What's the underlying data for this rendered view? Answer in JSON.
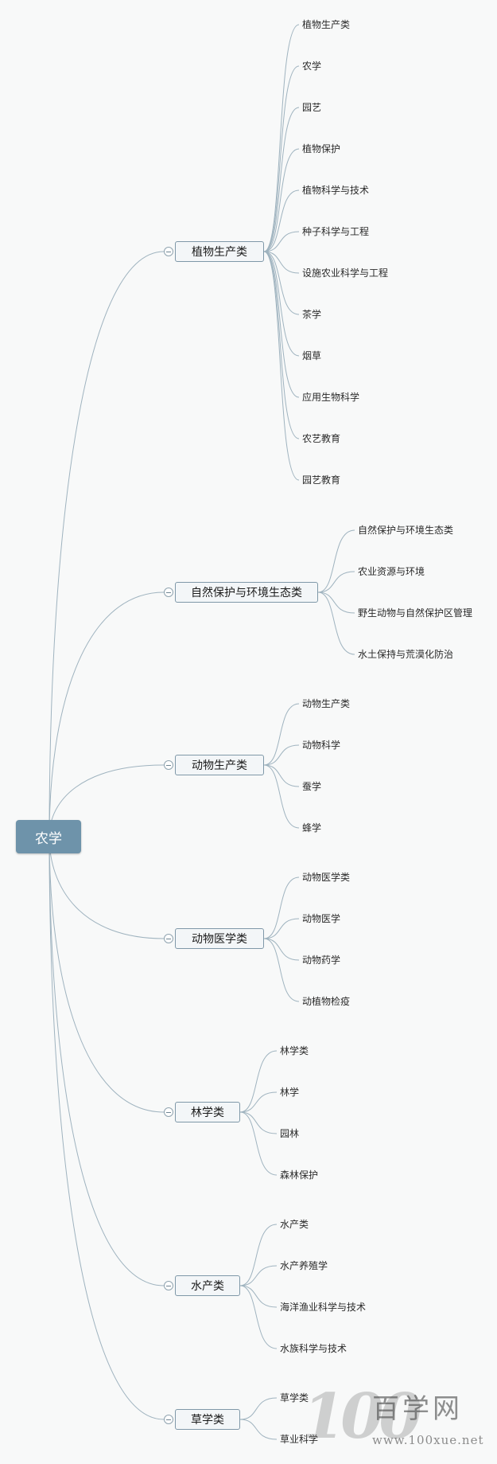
{
  "root": {
    "label": "农学"
  },
  "branches": [
    {
      "label": "植物生产类",
      "leaves": [
        "植物生产类",
        "农学",
        "园艺",
        "植物保护",
        "植物科学与技术",
        "种子科学与工程",
        "设施农业科学与工程",
        "茶学",
        "烟草",
        "应用生物科学",
        "农艺教育",
        "园艺教育"
      ]
    },
    {
      "label": "自然保护与环境生态类",
      "leaves": [
        "自然保护与环境生态类",
        "农业资源与环境",
        "野生动物与自然保护区管理",
        "水土保持与荒漠化防治"
      ]
    },
    {
      "label": "动物生产类",
      "leaves": [
        "动物生产类",
        "动物科学",
        "蚕学",
        "蜂学"
      ]
    },
    {
      "label": "动物医学类",
      "leaves": [
        "动物医学类",
        "动物医学",
        "动物药学",
        "动植物检疫"
      ]
    },
    {
      "label": "林学类",
      "leaves": [
        "林学类",
        "林学",
        "园林",
        "森林保护"
      ]
    },
    {
      "label": "水产类",
      "leaves": [
        "水产类",
        "水产养殖学",
        "海洋渔业科学与技术",
        "水族科学与技术"
      ]
    },
    {
      "label": "草学类",
      "leaves": [
        "草学类",
        "草业科学"
      ]
    }
  ],
  "watermark": {
    "digits": "100",
    "name": "百学网",
    "url": "www.100xue.net"
  },
  "colors": {
    "root_fill": "#6e93aa",
    "branch_border": "#7f98a8",
    "connector": "#9fb3bf"
  }
}
